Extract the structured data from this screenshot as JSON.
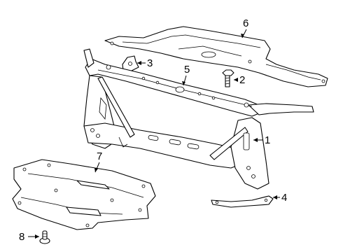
{
  "diagram": {
    "callouts": [
      {
        "id": "1",
        "label": "1"
      },
      {
        "id": "2",
        "label": "2"
      },
      {
        "id": "3",
        "label": "3"
      },
      {
        "id": "4",
        "label": "4"
      },
      {
        "id": "5",
        "label": "5"
      },
      {
        "id": "6",
        "label": "6"
      },
      {
        "id": "7",
        "label": "7"
      },
      {
        "id": "8",
        "label": "8"
      }
    ]
  },
  "colors": {
    "line": "#000000",
    "background": "#ffffff"
  }
}
